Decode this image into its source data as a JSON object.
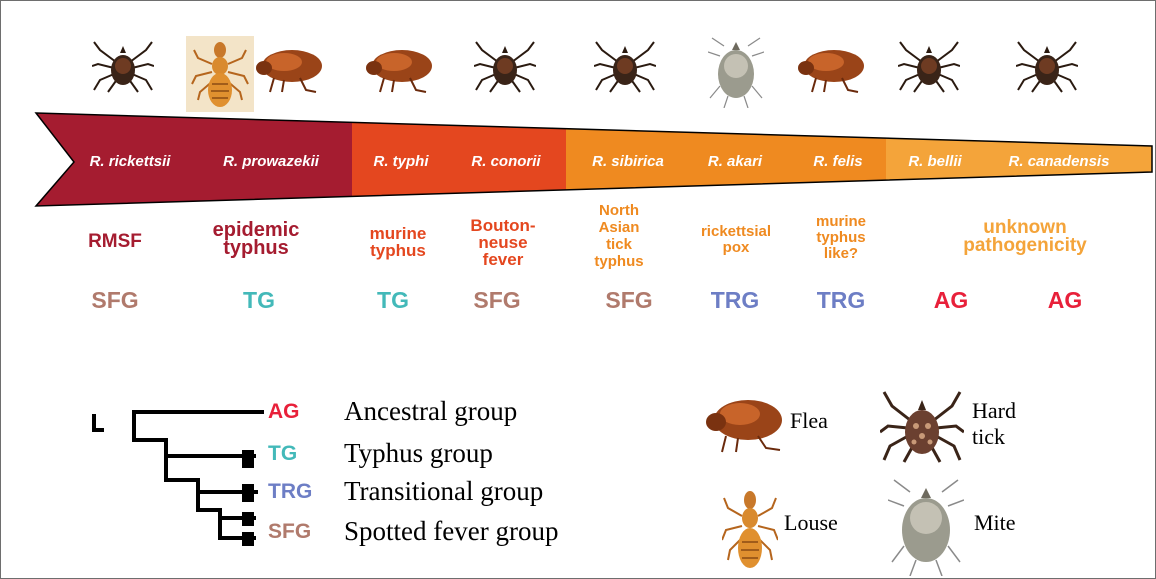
{
  "species": [
    {
      "name": "R. rickettsii",
      "disease": [
        "RMSF"
      ],
      "group": "SFG",
      "vectors": [
        "hard-tick"
      ]
    },
    {
      "name": "R. prowazekii",
      "disease": [
        "epidemic",
        "typhus"
      ],
      "group": "TG",
      "vectors": [
        "louse",
        "flea"
      ]
    },
    {
      "name": "R. typhi",
      "disease": [
        "murine",
        "typhus"
      ],
      "group": "TG",
      "vectors": [
        "flea"
      ]
    },
    {
      "name": "R. conorii",
      "disease": [
        "Bouton-",
        "neuse",
        "fever"
      ],
      "group": "SFG",
      "vectors": [
        "hard-tick"
      ]
    },
    {
      "name": "R. sibirica",
      "disease": [
        "North",
        "Asian",
        "tick",
        "typhus"
      ],
      "group": "SFG",
      "vectors": [
        "hard-tick"
      ]
    },
    {
      "name": "R. akari",
      "disease": [
        "rickettsial",
        "pox"
      ],
      "group": "TRG",
      "vectors": [
        "mite"
      ]
    },
    {
      "name": "R. felis",
      "disease": [
        "murine",
        "typhus",
        "like?"
      ],
      "group": "TRG",
      "vectors": [
        "flea"
      ]
    },
    {
      "name": "R. bellii",
      "disease": [],
      "group": "AG",
      "vectors": [
        "hard-tick"
      ]
    },
    {
      "name": "R. canadensis",
      "disease": [],
      "group": "AG",
      "vectors": [
        "hard-tick"
      ]
    }
  ],
  "shared_disease_label": [
    "unknown",
    "pathogenicity"
  ],
  "groups_legend": [
    {
      "abbr": "AG",
      "name": "Ancestral group",
      "color": "#e8203a"
    },
    {
      "abbr": "TG",
      "name": "Typhus group",
      "color": "#43b9b9"
    },
    {
      "abbr": "TRG",
      "name": "Transitional group",
      "color": "#6d7ec5"
    },
    {
      "abbr": "SFG",
      "name": "Spotted fever group",
      "color": "#b07a6c"
    }
  ],
  "vectors_legend": [
    {
      "icon": "flea-icon",
      "label": "Flea"
    },
    {
      "icon": "hard-tick-icon",
      "label": [
        "Hard",
        "tick"
      ]
    },
    {
      "icon": "louse-icon",
      "label": "Louse"
    },
    {
      "icon": "mite-icon",
      "label": "Mite"
    }
  ],
  "colors": {
    "band_1": "#a51c30",
    "band_2": "#e4471f",
    "band_3": "#ef8a20",
    "band_4": "#f4a43a",
    "disease_dark": "#a51c30",
    "disease_red": "#e4471f",
    "disease_orange": "#ef8a20"
  }
}
